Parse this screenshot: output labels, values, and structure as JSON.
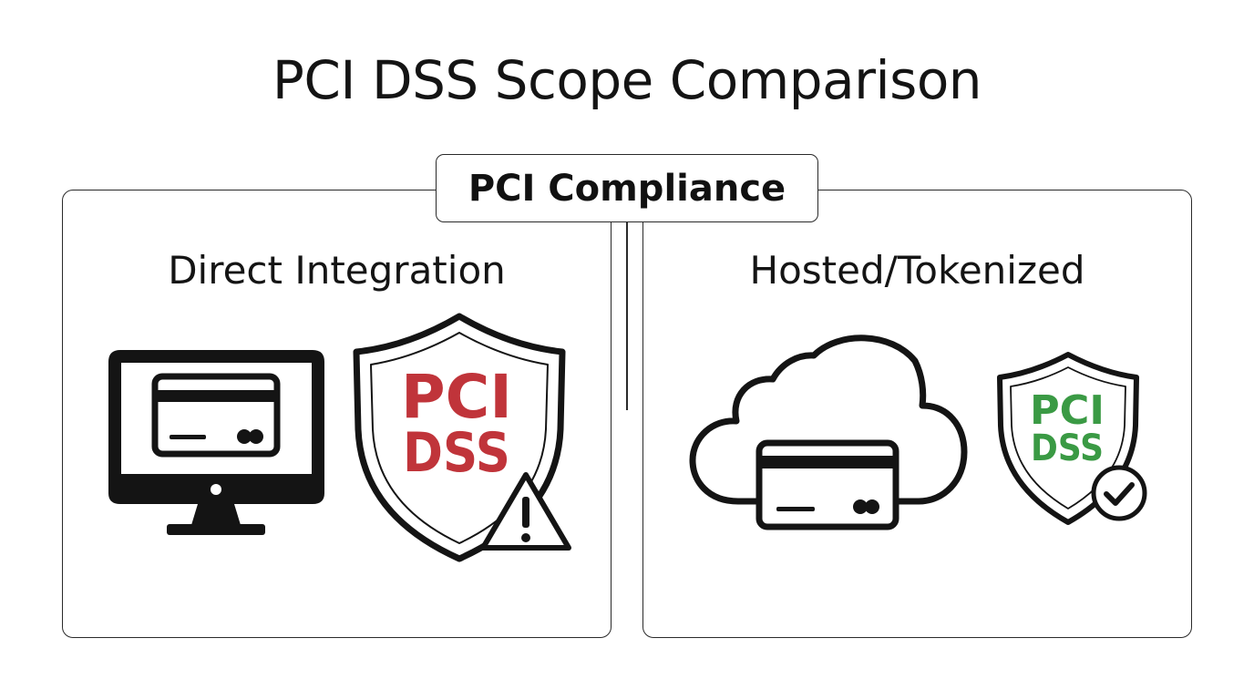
{
  "title": "PCI DSS Scope Comparison",
  "header_box": {
    "label": "PCI Compliance"
  },
  "panels": {
    "left": {
      "heading": "Direct Integration",
      "shield": {
        "line1": "PCI",
        "line2": "DSS",
        "text_color": "#c0343a"
      },
      "device_icon": "monitor-with-card-icon",
      "status_icon": "warning-triangle-icon"
    },
    "right": {
      "heading": "Hosted/Tokenized",
      "shield": {
        "line1": "PCI",
        "line2": "DSS",
        "text_color": "#3a9a44"
      },
      "device_icon": "cloud-with-card-icon",
      "status_icon": "checkmark-circle-icon"
    }
  },
  "colors": {
    "stroke": "#141414",
    "risk": "#c0343a",
    "safe": "#3a9a44"
  }
}
